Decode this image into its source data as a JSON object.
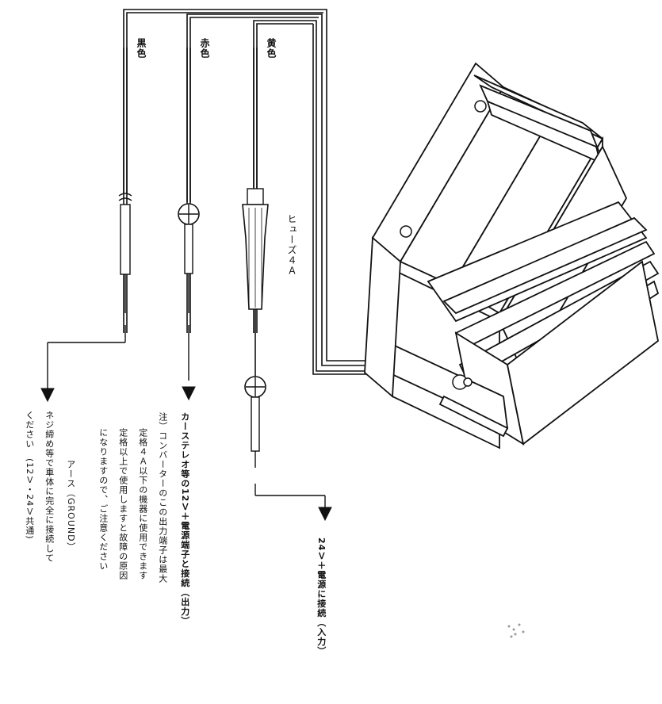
{
  "wires": {
    "black": "黒色",
    "red": "赤色",
    "yellow": "黄色"
  },
  "fuse_label": "ヒューズ４Ａ",
  "input_label": "24Ｖ＋電源に接続（入力）",
  "output": {
    "line1": "カーステレオ等の12Ｖ＋電源端子と接続（出力）",
    "line2": "注）コンバーターのこの出力端子は最大",
    "line3": "定格４Ａ以下の機器に使用できます",
    "line4": "定格以上で使用しますと故障の原因",
    "line5": "になりますので、ご注意ください"
  },
  "ground": {
    "line1": "アース（GROUND）",
    "line2": "ネジ締め等で車体に完全に接続して",
    "line3": "ください　(12Ｖ・24Ｖ共通)"
  },
  "colors": {
    "ink": "#111111",
    "paper": "#ffffff"
  }
}
